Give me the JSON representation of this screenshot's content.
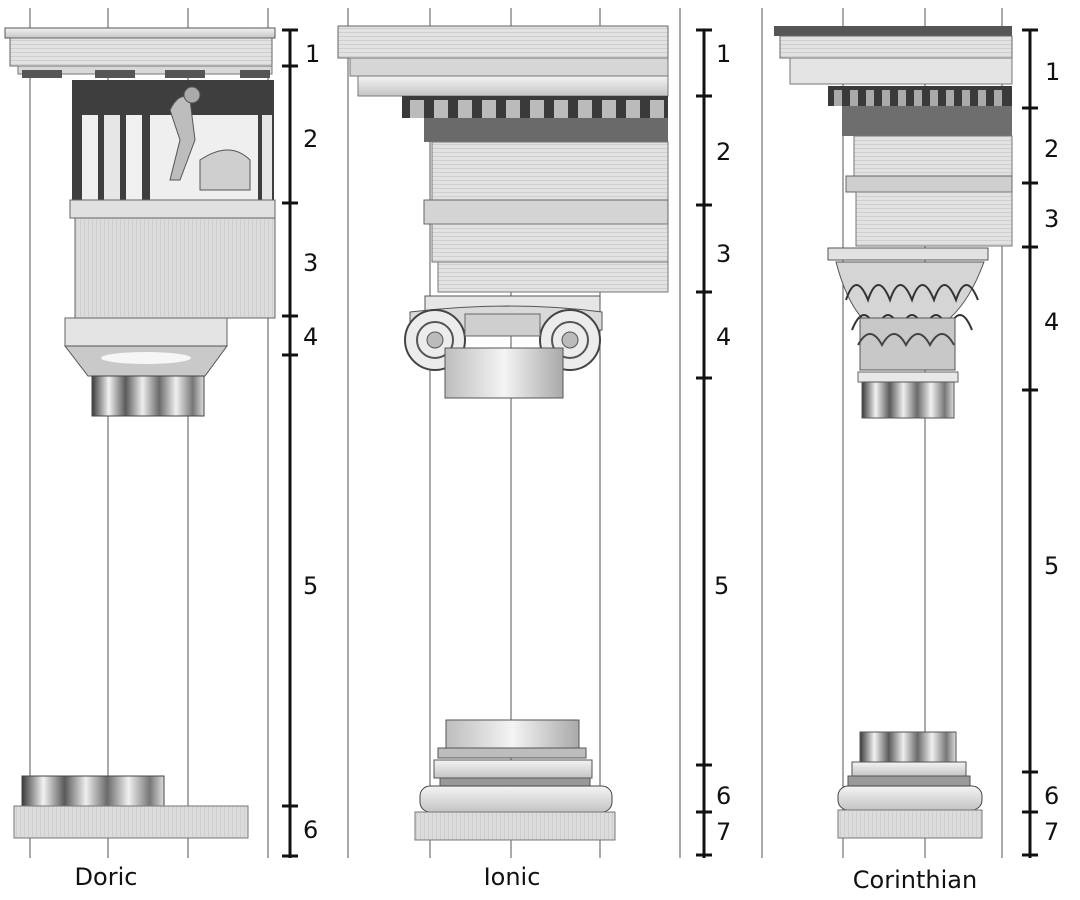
{
  "orders": [
    {
      "id": "doric",
      "name": "Doric",
      "scale_labels": [
        "1",
        "2",
        "3",
        "4",
        "5",
        "6"
      ]
    },
    {
      "id": "ionic",
      "name": "Ionic",
      "scale_labels": [
        "1",
        "2",
        "3",
        "4",
        "5",
        "6",
        "7"
      ]
    },
    {
      "id": "corinthian",
      "name": "Corinthian",
      "scale_labels": [
        "1",
        "2",
        "3",
        "4",
        "5",
        "6",
        "7"
      ]
    }
  ],
  "colors": {
    "ink": "#111111",
    "stone_light": "#e9e9e9",
    "stone_mid": "#c9c9c9",
    "stone_dark": "#8e8e8e",
    "shadow": "#4a4a4a"
  }
}
